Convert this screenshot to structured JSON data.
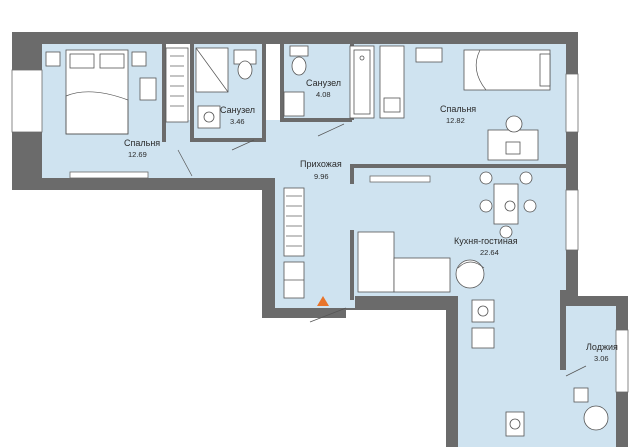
{
  "rooms": [
    {
      "id": "bedroom-left",
      "name": "Спальня",
      "area": "12.69"
    },
    {
      "id": "bathroom-1",
      "name": "Санузел",
      "area": "3.46"
    },
    {
      "id": "bathroom-2",
      "name": "Санузел",
      "area": "4.08"
    },
    {
      "id": "bedroom-right",
      "name": "Спальня",
      "area": "12.82"
    },
    {
      "id": "hallway",
      "name": "Прихожая",
      "area": "9.96"
    },
    {
      "id": "kitchen-living",
      "name": "Кухня-гостиная",
      "area": "22.64"
    },
    {
      "id": "loggia",
      "name": "Лоджия",
      "area": "3.06"
    }
  ],
  "colors": {
    "floor": "#cfe3f0",
    "wall": "#6b6b6b",
    "entrance_marker": "#e8742a"
  },
  "icons": [
    "entrance-arrow-icon",
    "window-icon",
    "door-swing-icon"
  ]
}
